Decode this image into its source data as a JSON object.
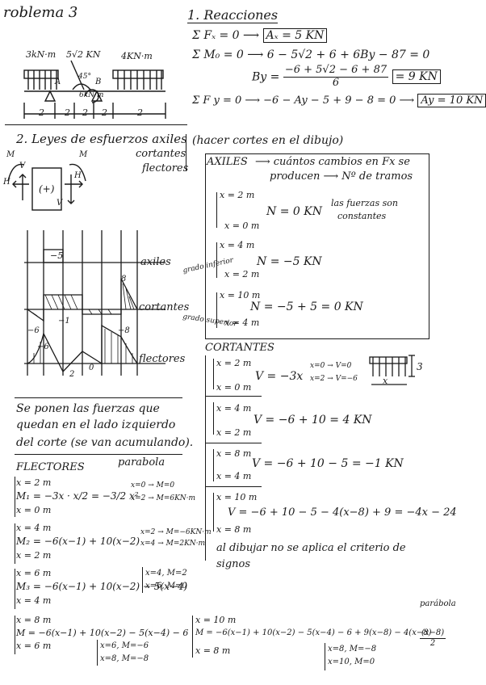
{
  "header": {
    "title": "roblema 3",
    "section1": "1. Reacciones"
  },
  "reactions": {
    "fx": "Σ Fₓ = 0 ⟶",
    "ax_result": "Aₓ = 5 KN",
    "mo": "Σ M₀ = 0 ⟶ 6 − 5√2 + 6 + 6By − 87 = 0",
    "by_label": "By =",
    "by_num": "−6 + 5√2 − 6 + 87",
    "by_den": "6",
    "by_result": "= 9 KN",
    "fy": "Σ F y = 0 ⟶ −6 − Ay − 5 + 9 − 8 = 0 ⟶",
    "ay_result": "Ay = 10 KN"
  },
  "beam": {
    "load_left": "3kN·m",
    "load_mid": "5√2 KN",
    "load_right": "4KN·m",
    "angle": "45°",
    "support_a": "A",
    "support_b": "B",
    "moment": "6kN·m",
    "spans": [
      "2",
      "2",
      "2",
      "2",
      "2"
    ]
  },
  "laws": {
    "heading": "2. Leyes de esfuerzos axiles",
    "cortantes": "cortantes",
    "flectores": "flectores",
    "note": "(hacer cortes en el dibujo)",
    "sign_m": "M",
    "sign_v": "V",
    "sign_h": "H",
    "sign_plus": "(+)"
  },
  "axiles": {
    "title": "AXILES",
    "desc_1": "⟶ cuántos cambios en Fx se",
    "desc_2": "producen ⟶ Nº de tramos",
    "s1_x_top": "x = 2 m",
    "s1_x_bot": "x = 0 m",
    "s1_eq": "N = 0 KN",
    "s1_note_1": "las fuerzas son",
    "s1_note_2": "constantes",
    "s2_x_top": "x = 4 m",
    "s2_x_bot": "x = 2 m",
    "s2_eq": "N = −5 KN",
    "s3_x_top": "x = 10 m",
    "s3_x_bot": "x = 4 m",
    "s3_eq": "N = −5 + 5 = 0 KN"
  },
  "diagrams": {
    "label_axiles": "axiles",
    "label_cortantes": "cortantes",
    "label_flectores": "flectores",
    "grado_inferior": "grado inferior",
    "grado_superior": "grado superior",
    "val_axil": "−5",
    "val_v8": "8",
    "val_v_neg1": "−1",
    "val_v_neg6": "−6",
    "val_m_neg6": "−6",
    "val_m_neg8": "−8",
    "val_m_2": "2",
    "val_m_0": "0"
  },
  "cortantes": {
    "title": "CORTANTES",
    "s1_x_top": "x = 2 m",
    "s1_x_bot": "x = 0 m",
    "s1_eq": "V = −3x",
    "s1_b1": "x=0 → V=0",
    "s1_b2": "x=2 → V=−6",
    "load_val": "3",
    "load_x": "x",
    "s2_x_top": "x = 4 m",
    "s2_x_bot": "x = 2 m",
    "s2_eq": "V = −6 + 10 = 4 KN",
    "s3_x_top": "x = 8 m",
    "s3_x_bot": "x = 4 m",
    "s3_eq": "V = −6 + 10 − 5 = −1 KN",
    "s4_x_top": "x = 10 m",
    "s4_x_bot": "x = 8 m",
    "s4_eq": "V = −6 + 10 − 5 − 4(x−8) + 9 = −4x − 24",
    "note_1": "al dibujar no se aplica el criterio de",
    "note_2": "signos"
  },
  "note_left": {
    "l1": "Se ponen las fuerzas que",
    "l2": "quedan en el lado izquierdo",
    "l3": "del corte (se van acumulando)."
  },
  "flectores": {
    "title": "FLECTORES",
    "parabola": "parabola",
    "f1_x_top": "x = 2 m",
    "f1_eq": "M₁ = −3x · x/2 = −3/2 x²",
    "f1_b1": "x=0 → M=0",
    "f1_b2": "x=2 → M=6KN·m",
    "f1_x_bot": "x = 0 m",
    "f2_x_top": "x = 4 m",
    "f2_eq": "M₂ = −6(x−1) + 10(x−2)",
    "f2_b1": "x=2 → M=−6KN·m",
    "f2_b2": "x=4 → M=2KN·m",
    "f2_x_bot": "x = 2 m",
    "f3_x_top": "x = 6 m",
    "f3_eq": "M₃ = −6(x−1) + 10(x−2) − 5(x−4)",
    "f3_b1": "x=4, M=2",
    "f3_b2": "x=6, M=0",
    "f3_x_bot": "x = 4 m",
    "f4_x_top": "x = 8 m",
    "f4_eq": "M = −6(x−1) + 10(x−2) − 5(x−4) − 6",
    "f4_b1": "x=6, M=−6",
    "f4_b2": "x=8, M=−8",
    "f4_x_bot": "x = 6 m",
    "f5_x_top": "x = 10 m",
    "f5_eq": "M = −6(x−1) + 10(x−2) − 5(x−4) − 6 + 9(x−8) − 4(x−8)",
    "f5_frac": "(x−8)",
    "f5_den": "2",
    "f5_parabola": "parábola",
    "f5_b1": "x=8, M=−8",
    "f5_b2": "x=10, M=0",
    "f5_x_bot": "x = 8 m"
  },
  "colors": {
    "ink": "#1a1a1a",
    "paper": "#ffffff"
  }
}
